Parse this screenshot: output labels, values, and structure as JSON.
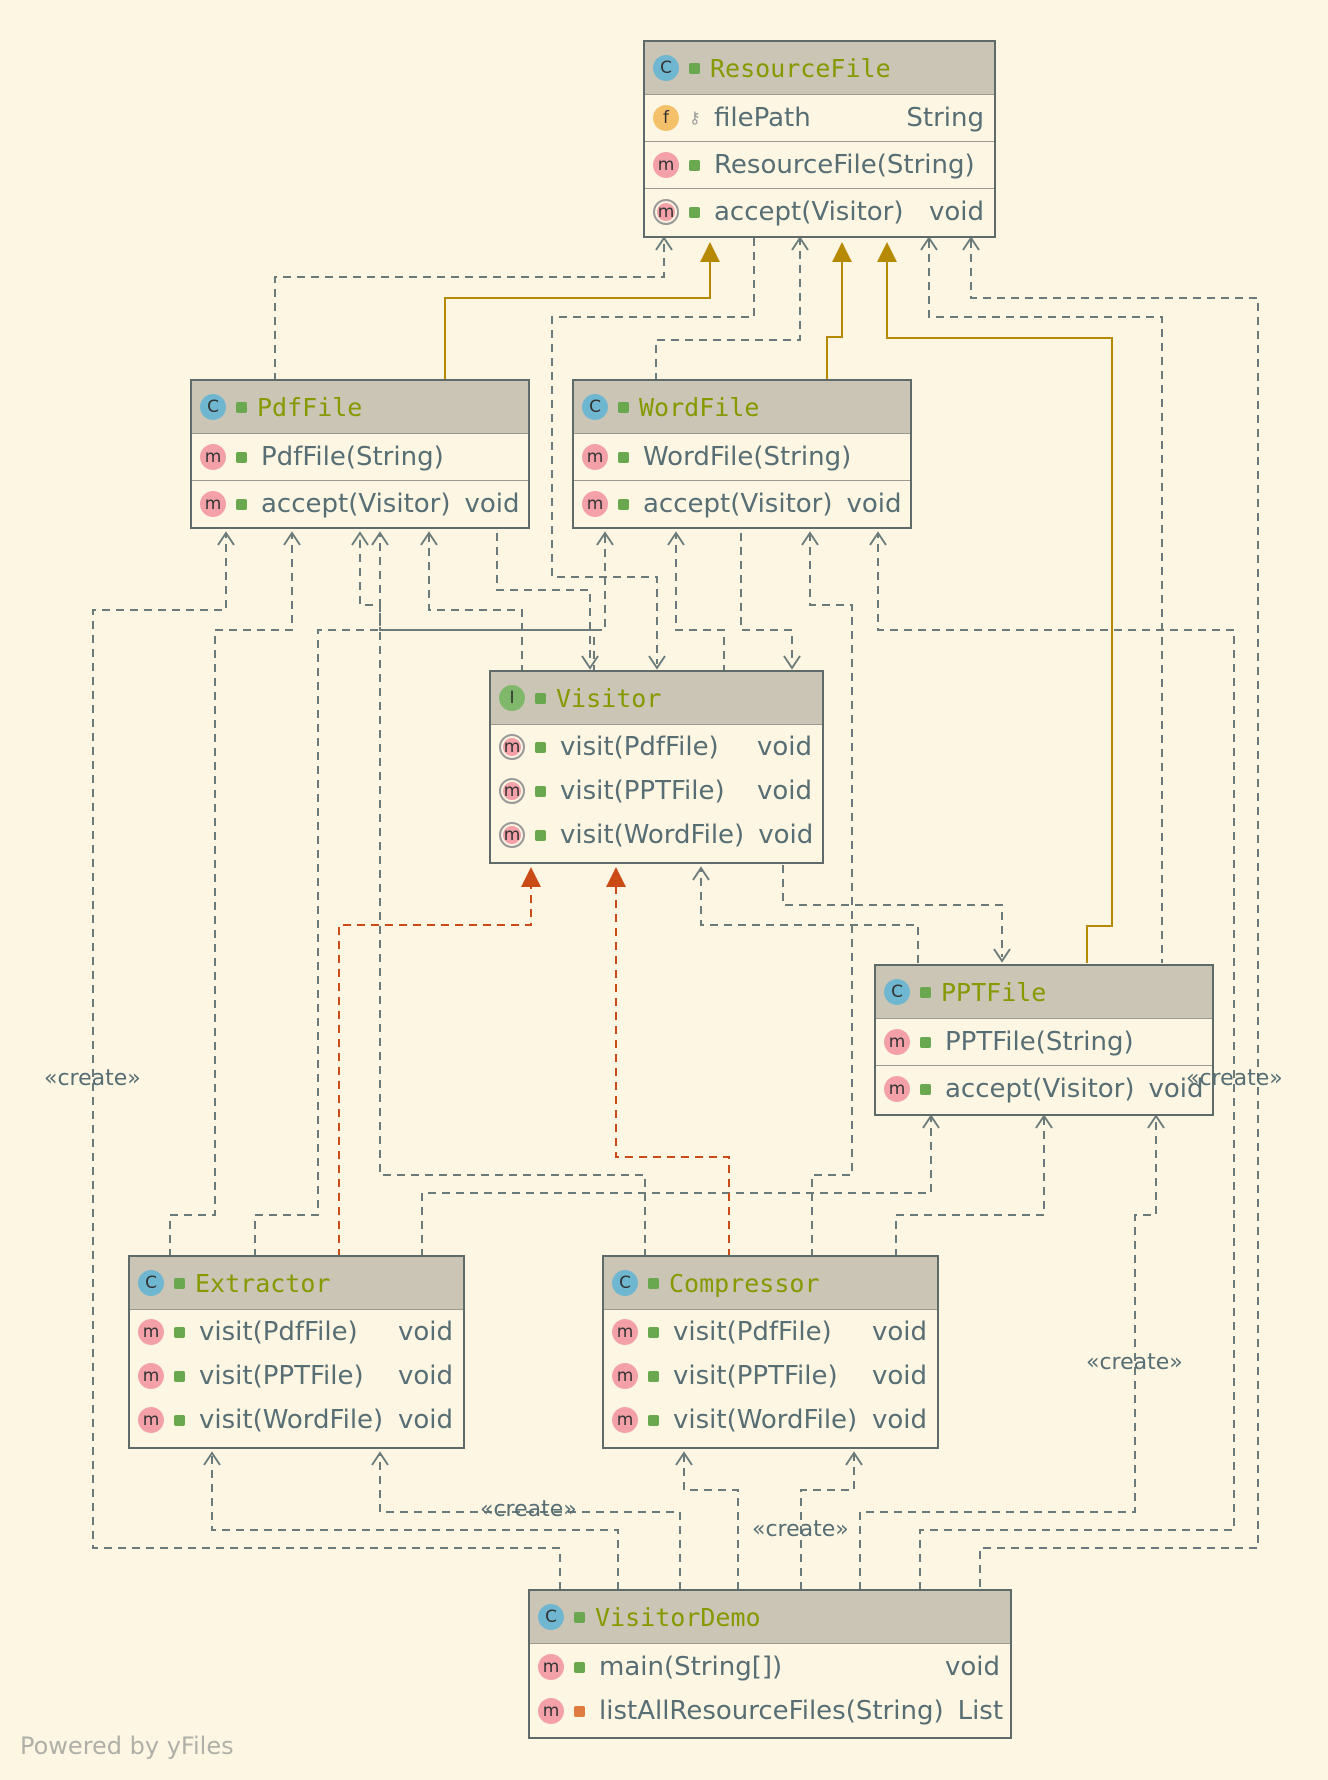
{
  "colors": {
    "background": "#fdf6e3",
    "header": "#cbc5b5",
    "title": "#859900",
    "text": "#586e75",
    "dependency": "#6b7b7b",
    "inherit": "#b58900",
    "implement": "#cb4b16"
  },
  "classes": {
    "resourcefile": {
      "title": "ResourceFile",
      "icon": "class-icon",
      "field": {
        "name": "filePath",
        "type": "String"
      },
      "ctor": "ResourceFile(String)",
      "method": {
        "name": "accept(Visitor)",
        "type": "void"
      }
    },
    "pdffile": {
      "title": "PdfFile",
      "ctor": "PdfFile(String)",
      "method": {
        "name": "accept(Visitor)",
        "type": "void"
      }
    },
    "wordfile": {
      "title": "WordFile",
      "ctor": "WordFile(String)",
      "method": {
        "name": "accept(Visitor)",
        "type": "void"
      }
    },
    "pptfile": {
      "title": "PPTFile",
      "ctor": "PPTFile(String)",
      "method": {
        "name": "accept(Visitor)",
        "type": "void"
      }
    },
    "visitor": {
      "title": "Visitor",
      "methods": [
        {
          "name": "visit(PdfFile)",
          "type": "void"
        },
        {
          "name": "visit(PPTFile)",
          "type": "void"
        },
        {
          "name": "visit(WordFile)",
          "type": "void"
        }
      ]
    },
    "extractor": {
      "title": "Extractor",
      "methods": [
        {
          "name": "visit(PdfFile)",
          "type": "void"
        },
        {
          "name": "visit(PPTFile)",
          "type": "void"
        },
        {
          "name": "visit(WordFile)",
          "type": "void"
        }
      ]
    },
    "compressor": {
      "title": "Compressor",
      "methods": [
        {
          "name": "visit(PdfFile)",
          "type": "void"
        },
        {
          "name": "visit(PPTFile)",
          "type": "void"
        },
        {
          "name": "visit(WordFile)",
          "type": "void"
        }
      ]
    },
    "visitordemo": {
      "title": "VisitorDemo",
      "methods": [
        {
          "name": "main(String[])",
          "type": "void"
        },
        {
          "name": "listAllResourceFiles(String)",
          "type": "List"
        }
      ]
    }
  },
  "icons": {
    "class": "C",
    "method": "m",
    "field": "f",
    "interface": "I"
  },
  "edge_labels": [
    "«create»",
    "«create»",
    "«create»",
    "«create»",
    "«create»"
  ],
  "footer": "Powered by yFiles"
}
